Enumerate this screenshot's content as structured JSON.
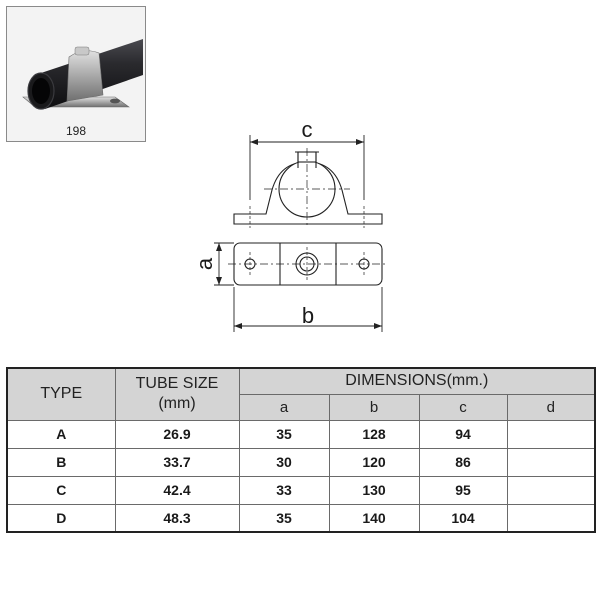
{
  "product": {
    "photo_caption": "198"
  },
  "drawing": {
    "label_c": "c",
    "label_a": "a",
    "label_b": "b"
  },
  "table": {
    "header_type": "TYPE",
    "header_tube_size": "TUBE SIZE",
    "header_tube_unit": "(mm)",
    "header_dimensions": "DIMENSIONS(mm.)",
    "dim_columns": [
      "a",
      "b",
      "c",
      "d"
    ],
    "rows": [
      {
        "type": "A",
        "tube_size": "26.9",
        "a": "35",
        "b": "128",
        "c": "94",
        "d": ""
      },
      {
        "type": "B",
        "tube_size": "33.7",
        "a": "30",
        "b": "120",
        "c": "86",
        "d": ""
      },
      {
        "type": "C",
        "tube_size": "42.4",
        "a": "33",
        "b": "130",
        "c": "95",
        "d": ""
      },
      {
        "type": "D",
        "tube_size": "48.3",
        "a": "35",
        "b": "140",
        "c": "104",
        "d": ""
      }
    ]
  }
}
